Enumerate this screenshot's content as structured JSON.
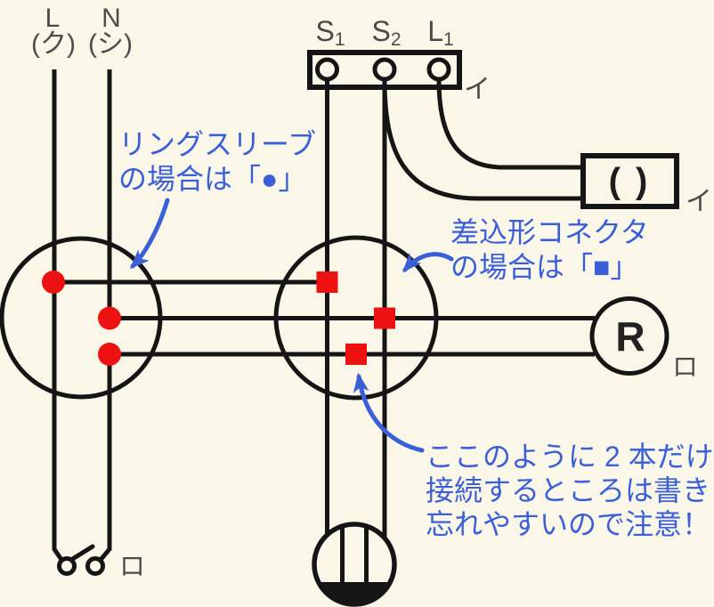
{
  "colors": {
    "background": "#FAF7E9",
    "wire": "#151515",
    "label": "#4B4B4B",
    "annotation_blue": "#3B5FD6",
    "connection_red": "#EE1111"
  },
  "power_source": {
    "l_label": "L",
    "l_color_kana": "(ク)",
    "n_label": "N",
    "n_color_kana": "(シ)"
  },
  "timer_terminal_block": {
    "terminals": [
      {
        "name": "S",
        "sub": "1"
      },
      {
        "name": "S",
        "sub": "2"
      },
      {
        "name": "L",
        "sub": "1"
      }
    ],
    "circuit_label": "イ"
  },
  "ceiling_rose": {
    "symbol": "( )",
    "circuit_label": "イ"
  },
  "lamp_receptacle": {
    "symbol": "R",
    "circuit_label": "ロ"
  },
  "switch": {
    "circuit_label": "ロ"
  },
  "annotations": {
    "ring_sleeve": {
      "line1": "リングスリーブ",
      "line2": "の場合は「●」"
    },
    "connector": {
      "line1": "差込形コネクタ",
      "line2": "の場合は「■」"
    },
    "two_wire_note": {
      "line1": "ここのように 2 本だけ",
      "line2": "接続するところは書き",
      "line3": "忘れやすいので注意！"
    }
  }
}
